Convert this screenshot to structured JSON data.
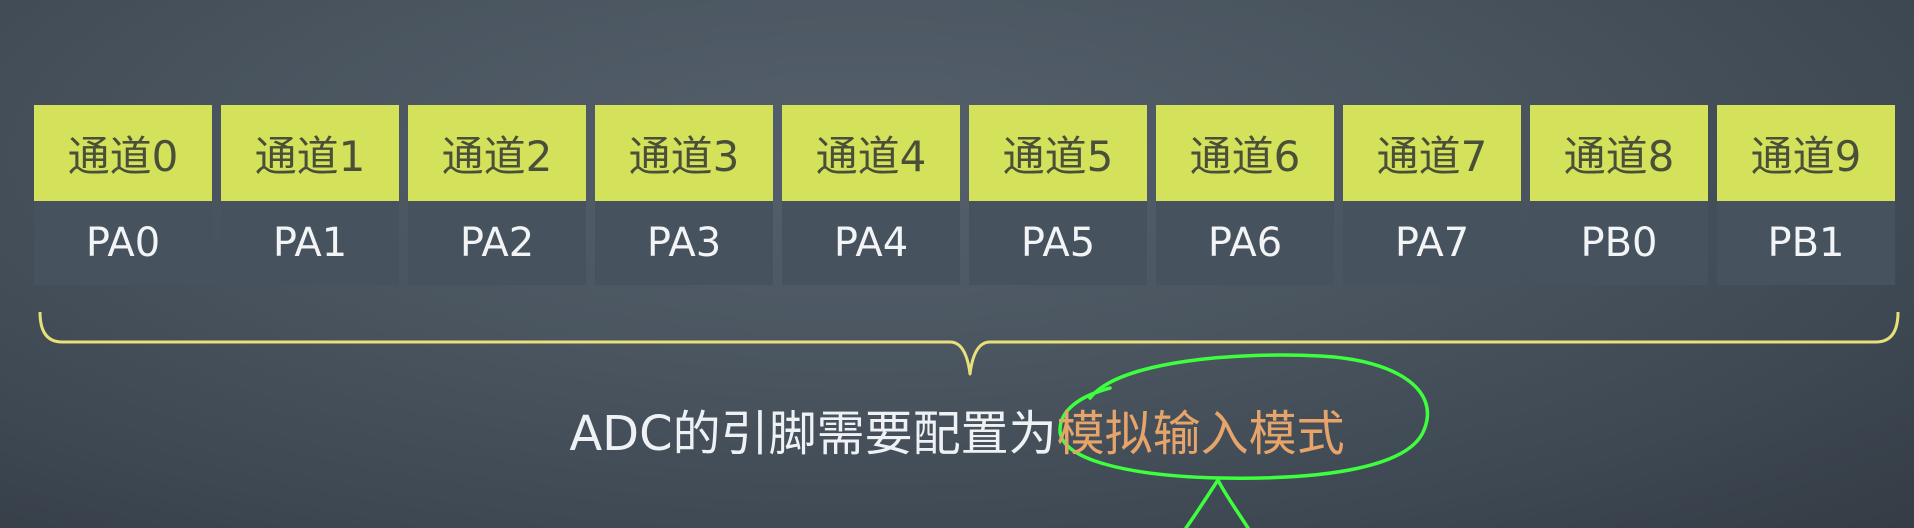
{
  "channels": [
    {
      "channel": "通道0",
      "pin": "PA0"
    },
    {
      "channel": "通道1",
      "pin": "PA1"
    },
    {
      "channel": "通道2",
      "pin": "PA2"
    },
    {
      "channel": "通道3",
      "pin": "PA3"
    },
    {
      "channel": "通道4",
      "pin": "PA4"
    },
    {
      "channel": "通道5",
      "pin": "PA5"
    },
    {
      "channel": "通道6",
      "pin": "PA6"
    },
    {
      "channel": "通道7",
      "pin": "PA7"
    },
    {
      "channel": "通道8",
      "pin": "PB0"
    },
    {
      "channel": "通道9",
      "pin": "PB1"
    }
  ],
  "caption": {
    "prefix": "ADC的引脚需要配置为",
    "highlight": "模拟输入模式"
  },
  "colors": {
    "channel_bg": "#d4e15a",
    "pin_bg": "#46525e",
    "brace": "#e8e07a",
    "annotation": "#3dff3d",
    "highlight_text": "#e6a46a"
  }
}
